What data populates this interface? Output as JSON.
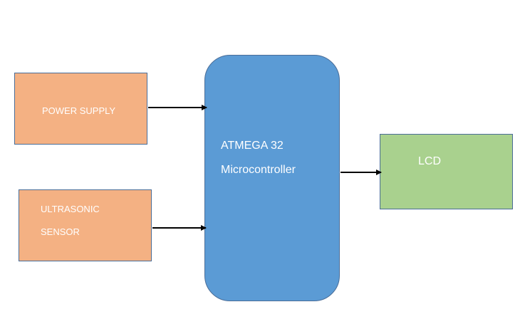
{
  "diagram": {
    "blocks": {
      "power_supply": {
        "label": "POWER SUPPLY",
        "color": "#f4b183"
      },
      "ultrasonic_sensor": {
        "line1": "ULTRASONIC",
        "line2": "SENSOR",
        "color": "#f4b183"
      },
      "microcontroller": {
        "line1": "ATMEGA 32",
        "line2": "Microcontroller",
        "color": "#5b9bd5"
      },
      "lcd": {
        "label": "LCD",
        "color": "#a9d18e"
      }
    },
    "connections": [
      {
        "from": "power_supply",
        "to": "microcontroller"
      },
      {
        "from": "ultrasonic_sensor",
        "to": "microcontroller"
      },
      {
        "from": "microcontroller",
        "to": "lcd"
      }
    ]
  }
}
